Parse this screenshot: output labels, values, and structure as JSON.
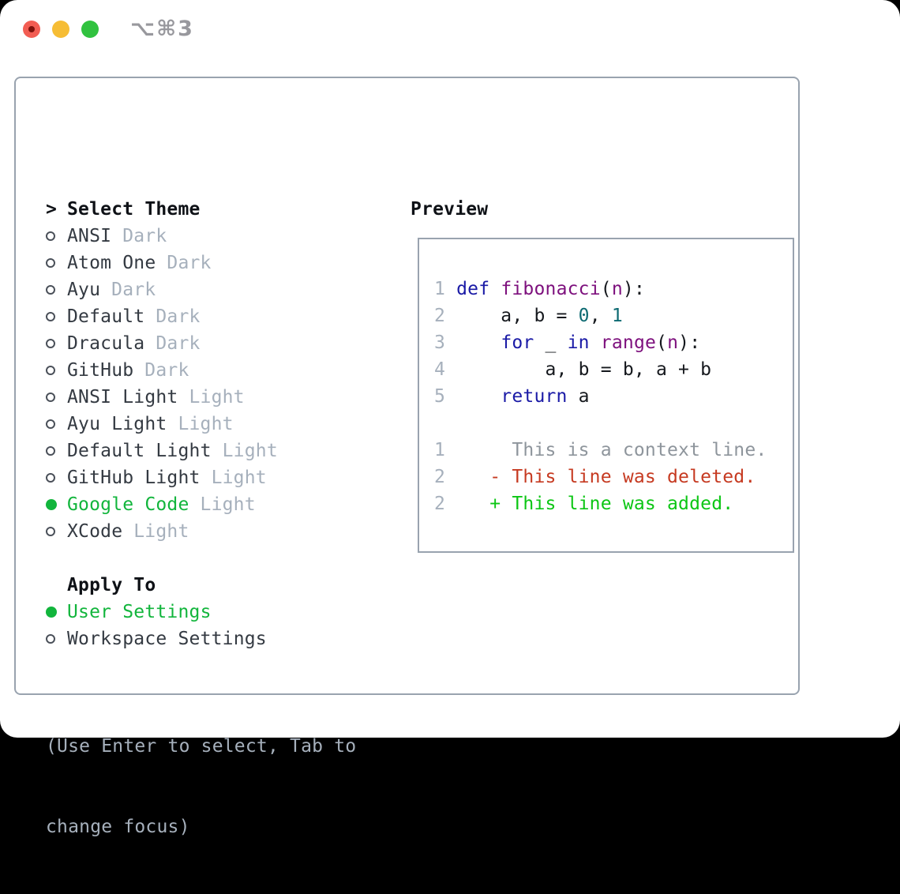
{
  "window": {
    "shortcut": "⌥⌘3",
    "controls": [
      "close",
      "minimize",
      "zoom"
    ]
  },
  "colors": {
    "traffic-red": "#f25d53",
    "traffic-red-dot": "#7e120c",
    "traffic-yellow": "#f6bd35",
    "traffic-green": "#31c23f",
    "title-gray": "#98989d",
    "border-gray": "#99a3af",
    "header-black": "#0e1116",
    "name-dark": "#343a42",
    "gray-muted": "#a6b0bc",
    "gray-context": "#8e959c",
    "accent-green": "#12b53c",
    "kw-navy": "#1a1aa6",
    "fn-purple": "#7d107d",
    "lit-teal": "#0d6a72",
    "code-black": "#15181d",
    "diff-red": "#c63a21",
    "diff-green": "#0cc614"
  },
  "theme_panel": {
    "header_prefix": ">",
    "header": "Select Theme",
    "items": [
      {
        "name": "ANSI",
        "variant": "Dark",
        "selected": false
      },
      {
        "name": "Atom One",
        "variant": "Dark",
        "selected": false
      },
      {
        "name": "Ayu",
        "variant": "Dark",
        "selected": false
      },
      {
        "name": "Default",
        "variant": "Dark",
        "selected": false
      },
      {
        "name": "Dracula",
        "variant": "Dark",
        "selected": false
      },
      {
        "name": "GitHub",
        "variant": "Dark",
        "selected": false
      },
      {
        "name": "ANSI Light",
        "variant": "Light",
        "selected": false
      },
      {
        "name": "Ayu Light",
        "variant": "Light",
        "selected": false
      },
      {
        "name": "Default Light",
        "variant": "Light",
        "selected": false
      },
      {
        "name": "GitHub Light",
        "variant": "Light",
        "selected": false
      },
      {
        "name": "Google Code",
        "variant": "Light",
        "selected": true
      },
      {
        "name": "XCode",
        "variant": "Light",
        "selected": false
      }
    ]
  },
  "apply_to": {
    "header": "Apply To",
    "options": [
      {
        "label": "User Settings",
        "selected": true
      },
      {
        "label": "Workspace Settings",
        "selected": false
      }
    ]
  },
  "help_text": [
    "(Use Enter to select, Tab to",
    "change focus)"
  ],
  "preview": {
    "header": "Preview",
    "code_lines": [
      {
        "num": "1",
        "tokens": [
          [
            "def",
            "kw"
          ],
          [
            " ",
            "pl"
          ],
          [
            "fibonacci",
            "fn"
          ],
          [
            "(",
            "pl"
          ],
          [
            "n",
            "fn"
          ],
          [
            "):",
            "pl"
          ]
        ]
      },
      {
        "num": "2",
        "tokens": [
          [
            "    a, b = ",
            "pl"
          ],
          [
            "0",
            "lit"
          ],
          [
            ", ",
            "pl"
          ],
          [
            "1",
            "lit"
          ]
        ]
      },
      {
        "num": "3",
        "tokens": [
          [
            "    ",
            "pl"
          ],
          [
            "for",
            "kw"
          ],
          [
            " _ ",
            "pl"
          ],
          [
            "in",
            "kw"
          ],
          [
            " ",
            "pl"
          ],
          [
            "range",
            "fn"
          ],
          [
            "(",
            "pl"
          ],
          [
            "n",
            "fn"
          ],
          [
            "):",
            "pl"
          ]
        ]
      },
      {
        "num": "4",
        "tokens": [
          [
            "        a, b = b, a + b",
            "pl"
          ]
        ]
      },
      {
        "num": "5",
        "tokens": [
          [
            "    ",
            "pl"
          ],
          [
            "return",
            "kw"
          ],
          [
            " a",
            "pl"
          ]
        ]
      }
    ],
    "diff_lines": [
      {
        "num": "1",
        "kind": "context",
        "body": "     This is a context line."
      },
      {
        "num": "2",
        "kind": "deleted",
        "body": "   - This line was deleted."
      },
      {
        "num": "2",
        "kind": "added",
        "body": "   + This line was added."
      }
    ]
  }
}
